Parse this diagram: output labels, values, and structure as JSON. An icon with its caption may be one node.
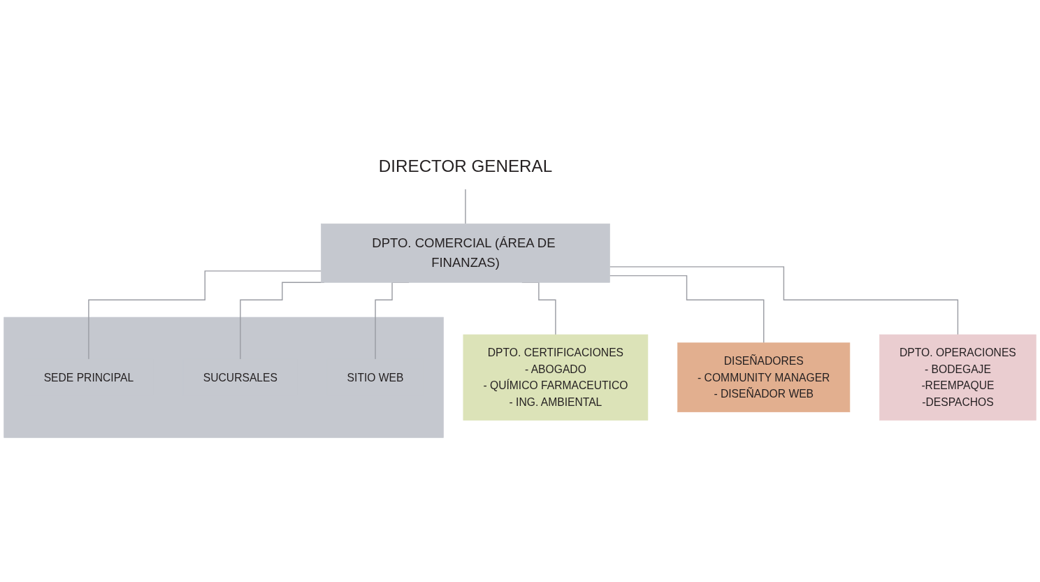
{
  "diagram": {
    "nodes": [
      {
        "text": [
          "DIRECTOR GENERAL"
        ]
      },
      {
        "text": [
          "DPTO. COMERCIAL (ÁREA DE FINANZAS)"
        ]
      },
      {
        "text": [],
        "shape": "bar"
      },
      {
        "text": [
          "SEDE PRINCIPAL"
        ],
        "in": 2
      },
      {
        "text": [
          "SUCURSALES"
        ],
        "in": 2
      },
      {
        "text": [
          "SITIO WEB"
        ],
        "in": 2
      },
      {
        "text": [
          "DPTO. CERTIFICACIONES",
          "- ABOGADO",
          "- QUÍMICO FARMACEUTICO",
          "- ING. AMBIENTAL"
        ]
      },
      {
        "text": [
          "DISEÑADORES",
          "- COMMUNITY MANAGER",
          "- DISEÑADOR WEB"
        ]
      },
      {
        "text": [
          "DPTO. OPERACIONES",
          "- BODEGAJE",
          "-REEMPAQUE",
          "-DESPACHOS"
        ]
      }
    ],
    "edges": [
      {
        "from": 0,
        "to": 1,
        "arrow": "none"
      },
      {
        "from": 1,
        "to": 3,
        "arrow": "none"
      },
      {
        "from": 1,
        "to": 4,
        "arrow": "none"
      },
      {
        "from": 1,
        "to": 5,
        "arrow": "none"
      },
      {
        "from": 1,
        "to": 6,
        "arrow": "none"
      },
      {
        "from": 1,
        "to": 7,
        "arrow": "none"
      },
      {
        "from": 1,
        "to": 8,
        "arrow": "none"
      }
    ]
  }
}
